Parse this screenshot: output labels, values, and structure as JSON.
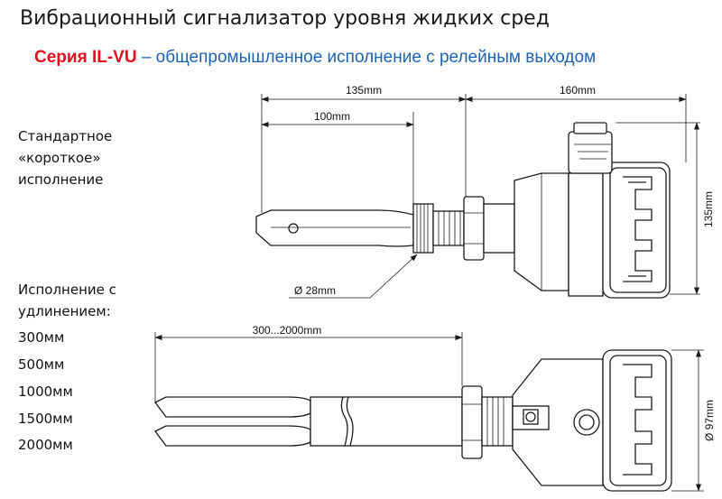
{
  "title": "Вибрационный сигнализатор уровня жидких сред",
  "subtitle": {
    "series": "Серия IL-VU",
    "description": " – общепромышленное исполнение с релейным выходом"
  },
  "standard": {
    "caption_lines": [
      "Стандартное",
      "«короткое»",
      "исполнение"
    ],
    "dim_total_length": "135mm",
    "dim_fork_length": "100mm",
    "dim_housing_length": "160mm",
    "dim_housing_height": "135mm",
    "dim_diameter": "Ø 28mm"
  },
  "extended": {
    "caption_lines": [
      "Исполнение с",
      "удлинением:"
    ],
    "lengths": [
      "300мм",
      "500мм",
      "1000мм",
      "1500мм",
      "2000мм"
    ],
    "dim_length_range": "300...2000mm",
    "dim_diameter": "Ø 97mm"
  }
}
